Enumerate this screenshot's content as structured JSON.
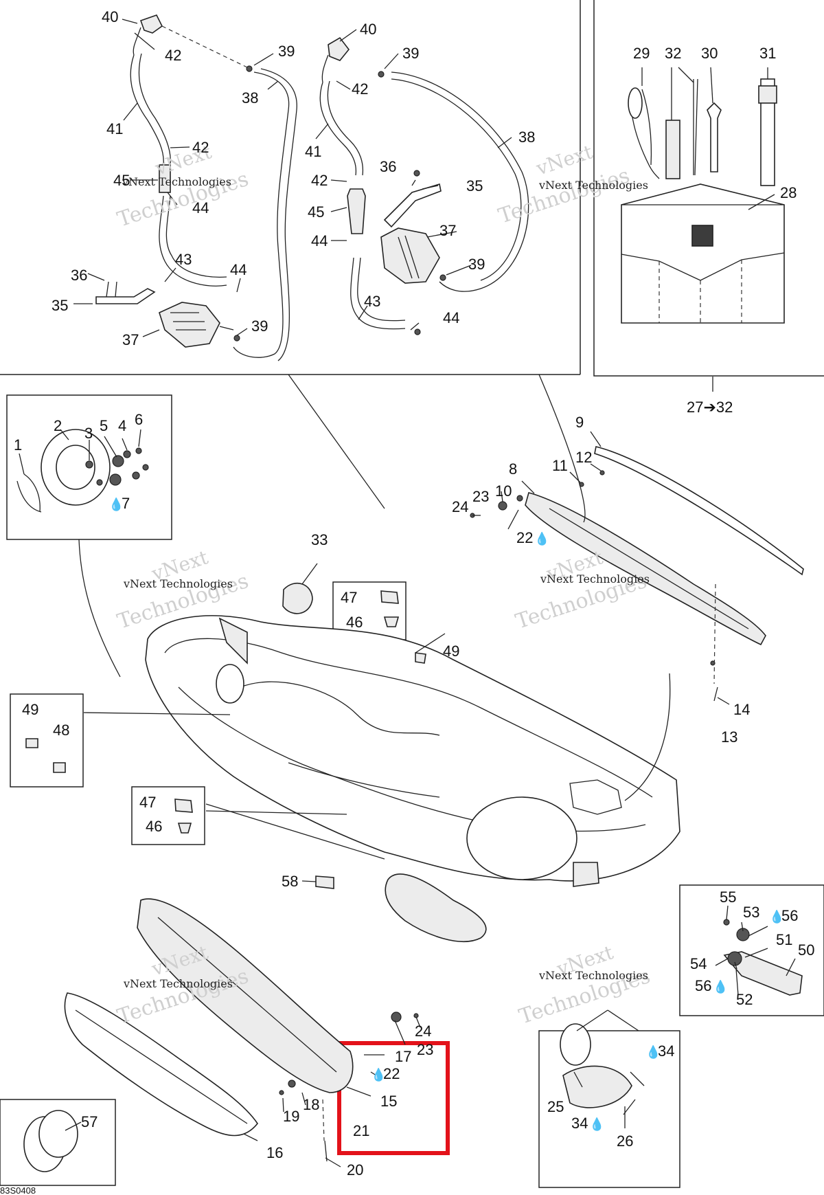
{
  "reference_code": "83S0408",
  "watermark_text": [
    "vNext",
    "Technologies"
  ],
  "kit_range_label": "27➔32",
  "drop_symbol": "💧",
  "labels": {
    "p1": "1",
    "p2": "2",
    "p3": "3",
    "p4": "4",
    "p5": "5",
    "p6": "6",
    "p7": "7",
    "p8": "8",
    "p9": "9",
    "p10": "10",
    "p11": "11",
    "p12": "12",
    "p13": "13",
    "p14": "14",
    "p15": "15",
    "p16": "16",
    "p17": "17",
    "p18": "18",
    "p19": "19",
    "p20": "20",
    "p21": "21",
    "p22a": "22",
    "p22b": "22",
    "p23a": "23",
    "p23b": "23",
    "p24a": "24",
    "p24b": "24",
    "p25": "25",
    "p26": "26",
    "p28": "28",
    "p29": "29",
    "p30": "30",
    "p31": "31",
    "p32": "32",
    "p33": "33",
    "p34a": "34",
    "p34b": "34",
    "p35a": "35",
    "p35b": "35",
    "p36a": "36",
    "p36b": "36",
    "p37a": "37",
    "p37b": "37",
    "p38a": "38",
    "p38b": "38",
    "p39a": "39",
    "p39b": "39",
    "p39c": "39",
    "p39d": "39",
    "p40a": "40",
    "p40b": "40",
    "p41a": "41",
    "p41b": "41",
    "p42a": "42",
    "p42b": "42",
    "p42c": "42",
    "p42d": "42",
    "p43a": "43",
    "p43b": "43",
    "p44a": "44",
    "p44b": "44",
    "p44c": "44",
    "p44d": "44",
    "p45a": "45",
    "p45b": "45",
    "p46a": "46",
    "p46b": "46",
    "p47a": "47",
    "p47b": "47",
    "p48": "48",
    "p49a": "49",
    "p49b": "49",
    "p50": "50",
    "p51": "51",
    "p52": "52",
    "p53": "53",
    "p54": "54",
    "p55": "55",
    "p56a": "56",
    "p56b": "56",
    "p57": "57",
    "p58": "58"
  },
  "highlight_color": "#e3121a"
}
